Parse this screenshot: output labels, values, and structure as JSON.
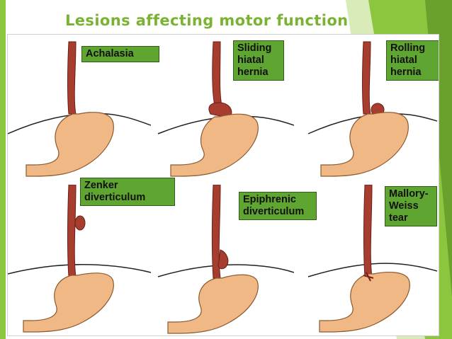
{
  "slide": {
    "title": "Lesions affecting motor function",
    "colors": {
      "accent_green": "#7ab334",
      "label_green": "#5fa532",
      "esophagus": "#a63d2e",
      "stomach": "#efb885"
    }
  },
  "diagrams": [
    {
      "id": "achalasia",
      "label": "Achalasia"
    },
    {
      "id": "sliding-hiatal-hernia",
      "label": "Sliding\nhiatal\nhernia"
    },
    {
      "id": "rolling-hiatal-hernia",
      "label": "Rolling\nhiatal\nhernia"
    },
    {
      "id": "zenker-diverticulum",
      "label": "Zenker\ndiverticulum"
    },
    {
      "id": "epiphrenic-diverticulum",
      "label": "Epiphrenic\ndiverticulum"
    },
    {
      "id": "mallory-weiss-tear",
      "label": "Mallory-\nWeiss\ntear"
    }
  ]
}
